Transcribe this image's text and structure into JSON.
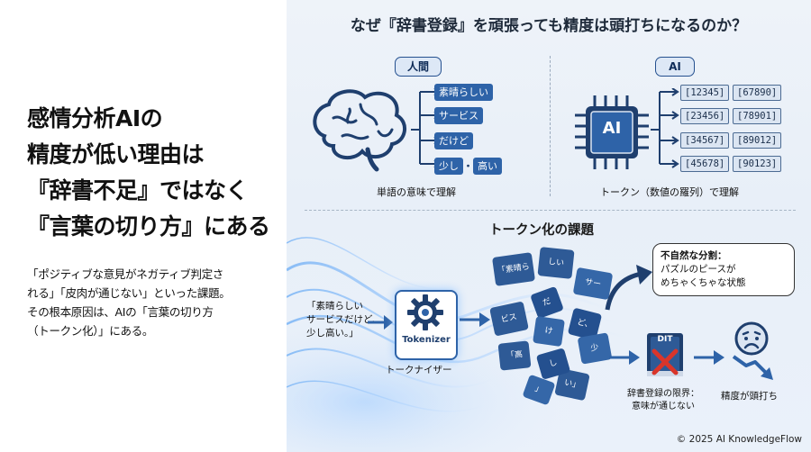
{
  "headline": [
    "感情分析AIの",
    "精度が低い理由は",
    "『辞書不足』ではなく",
    "『言葉の切り方』にある"
  ],
  "description": [
    "「ポジティブな意見がネガティブ判定さ",
    "れる」「皮肉が通じない」といった課題。",
    "その根本原因は、AIの「言葉の切り方",
    "（トークン化）」にある。"
  ],
  "title": "なぜ『辞書登録』を頑張っても精度は頭打ちになるのか？",
  "human": {
    "label": "人間",
    "words": [
      "素晴らしい",
      "サービス",
      "だけど",
      "少し",
      "高い"
    ],
    "separator": "・",
    "caption": "単語の意味で理解"
  },
  "ai": {
    "label": "AI",
    "chip": "AI",
    "tokens": [
      [
        "[12345]",
        "[67890]"
      ],
      [
        "[23456]",
        "[78901]"
      ],
      [
        "[34567]",
        "[89012]"
      ],
      [
        "[45678]",
        "[90123]"
      ]
    ],
    "caption": "トークン（数値の羅列）で理解"
  },
  "tokenization": {
    "heading": "トークン化の課題",
    "input_quote": [
      "「素晴らしい",
      "サービスだけど、",
      "少し高い。」"
    ],
    "tokenizer_label": "Tokenizer",
    "tokenizer_caption": "トークナイザー",
    "pieces": [
      "「素晴ら",
      "しい",
      "サー",
      "ビス",
      "だ",
      "け",
      "「高",
      "ど、",
      "少",
      "い」",
      "し",
      "」"
    ],
    "bubble": [
      "不自然な分割：",
      "パズルのピースが",
      "めちゃくちゃな状態"
    ],
    "dict_label": "DIT",
    "dict_caption": [
      "辞書登録の限界：",
      "意味が通じない"
    ],
    "result_caption": "精度が頭打ち"
  },
  "copyright": "© 2025 AI KnowledgeFlow",
  "colors": {
    "accent": "#2e63a8",
    "dark_blue": "#1f3f6e",
    "red": "#d9352b",
    "bg": "#eaf1fa"
  }
}
